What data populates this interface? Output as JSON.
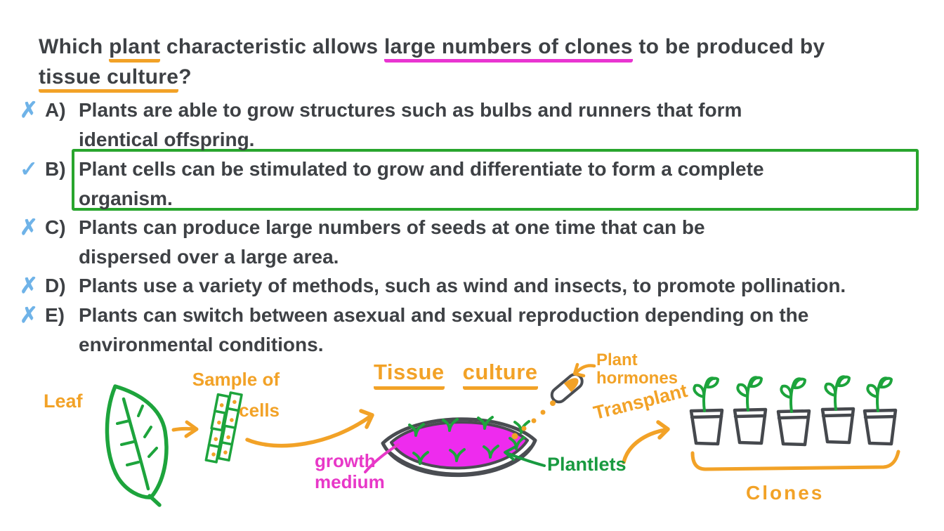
{
  "question": {
    "segments": [
      {
        "text": "Which "
      },
      {
        "text": "plant",
        "highlight": "orange"
      },
      {
        "text": " characteristic allows "
      },
      {
        "text": "large numbers of clones",
        "highlight": "magenta"
      },
      {
        "text": " to be produced by"
      },
      {
        "text": "tissue culture",
        "highlight": "orange"
      },
      {
        "text": "?"
      }
    ]
  },
  "options": [
    {
      "mark": "✗",
      "letter": "A)",
      "correct": false,
      "lines": [
        "Plants are able to grow structures such as bulbs and runners that form",
        "identical offspring."
      ]
    },
    {
      "mark": "✓",
      "letter": "B)",
      "correct": true,
      "lines": [
        "Plant cells can be stimulated to grow and differentiate to form a complete",
        "organism."
      ]
    },
    {
      "mark": "✗",
      "letter": "C)",
      "correct": false,
      "lines": [
        "Plants can produce large numbers of seeds at one time that can be",
        "dispersed over a large area."
      ]
    },
    {
      "mark": "✗",
      "letter": "D)",
      "correct": false,
      "lines": [
        "Plants use a variety of methods, such as wind and insects, to promote pollination."
      ]
    },
    {
      "mark": "✗",
      "letter": "E)",
      "correct": false,
      "lines": [
        "Plants can switch between asexual and sexual reproduction depending on the",
        "environmental conditions."
      ]
    }
  ],
  "diagram": {
    "leaf_label": "Leaf",
    "sample_label": "Sample of\ncells",
    "title_words": {
      "w1": "Tissue",
      "w2": "culture"
    },
    "plant_hormones_label": "Plant\nhormones",
    "growth_medium_label": "growth\n medium",
    "plantlets_label": "Plantlets",
    "transplant_label": "Transplant",
    "clones_label": "Clones"
  },
  "colors": {
    "ink_text": "#3e4145",
    "mark_blue": "#6fb3e8",
    "correct_box_green": "#28a52d",
    "drawing_green": "#1da43c",
    "accent_orange": "#f2a227",
    "underline_magenta": "#e934d1",
    "growth_medium_fill": "#ee2bee",
    "growth_medium_label": "#e838c8",
    "outline_gray": "#4a4d52"
  }
}
